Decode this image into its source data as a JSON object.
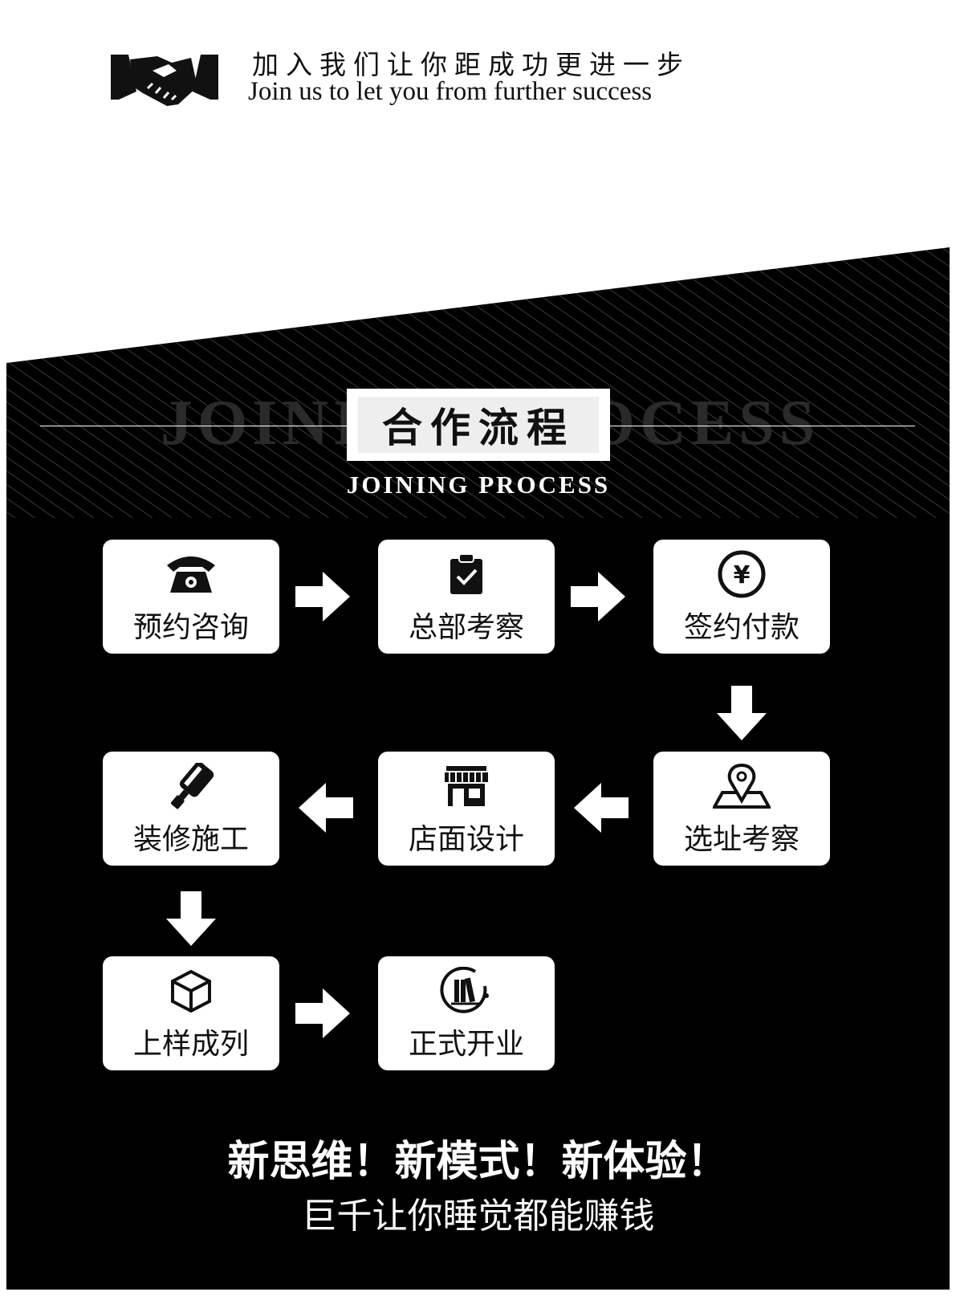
{
  "header": {
    "title_cn": "加入我们让你距成功更进一步",
    "title_en": "Join us to let you from further success",
    "icon": "handshake-icon"
  },
  "section": {
    "title": "合作流程",
    "subtitle": "JOINING PROCESS",
    "watermark": "JOINING PROCESS"
  },
  "colors": {
    "panel": "#000000",
    "card": "#ffffff",
    "text_dark": "#111111",
    "accent": "#ffffff"
  },
  "steps": [
    {
      "label": "预约咨询",
      "icon": "telephone-icon"
    },
    {
      "label": "总部考察",
      "icon": "clipboard-check-icon"
    },
    {
      "label": "签约付款",
      "icon": "yen-coin-icon",
      "icon_text": "¥"
    },
    {
      "label": "选址考察",
      "icon": "map-pin-icon"
    },
    {
      "label": "店面设计",
      "icon": "storefront-icon"
    },
    {
      "label": "装修施工",
      "icon": "paint-roller-icon"
    },
    {
      "label": "上样成列",
      "icon": "cube-icon"
    },
    {
      "label": "正式开业",
      "icon": "shelf-books-icon"
    }
  ],
  "slogan": {
    "line1": "新思维！新模式！新体验！",
    "line2": "巨千让你睡觉都能赚钱"
  }
}
